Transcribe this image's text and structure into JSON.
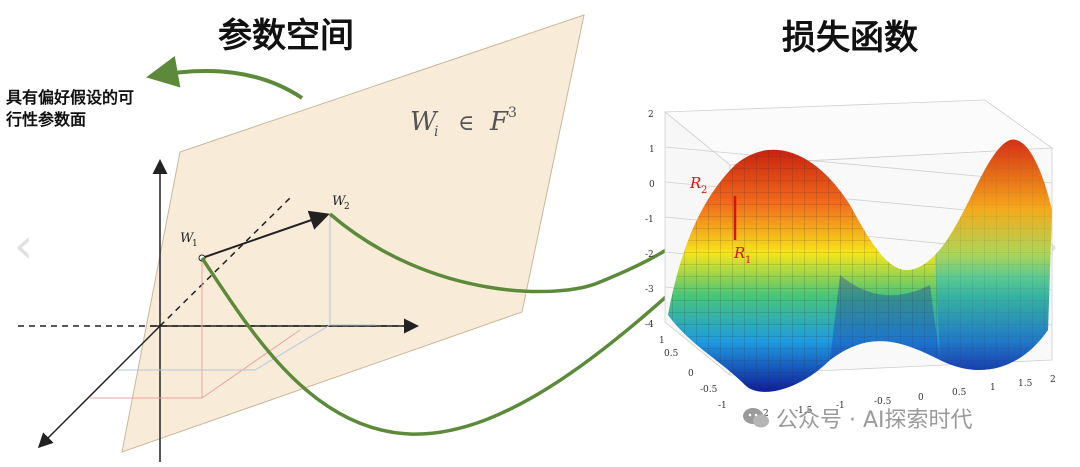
{
  "left_title": "参数空间",
  "right_title": "损失函数",
  "caption_line1": "具有偏好假设的可",
  "caption_line2": "行性参数面",
  "plane_formula": "W",
  "plane_formula_sub": "i",
  "plane_formula_in": "∈",
  "plane_formula_set": "F",
  "plane_formula_sup": "3",
  "points": {
    "w1": "W",
    "w1_sub": "1",
    "w2": "W",
    "w2_sub": "2"
  },
  "loss_points": {
    "r2": "R",
    "r2_sub": "2",
    "r1": "R",
    "r1_sub": "1"
  },
  "z_ticks": [
    "2",
    "1",
    "0",
    "-1",
    "-2",
    "-3",
    "-4"
  ],
  "x_ticks": [
    "1",
    "0.5",
    "0",
    "-0.5",
    "-1"
  ],
  "y_ticks": [
    "-2",
    "-1.5",
    "-1",
    "-0.5",
    "0",
    "0.5",
    "1",
    "1.5",
    "2"
  ],
  "watermark": "公众号 · AI探索时代",
  "colors": {
    "arrow": "#5c8a3a",
    "plane": "#f8ecd9",
    "r_label": "#dd1111"
  }
}
